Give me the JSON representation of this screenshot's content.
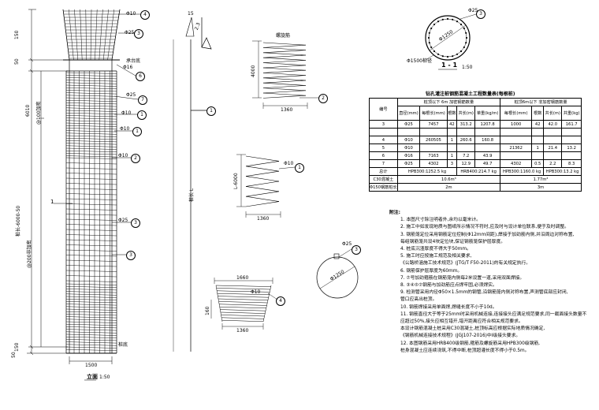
{
  "elevation": {
    "dim_top": "150",
    "dim_mid": "6010",
    "dim_mid_note": "@100加密",
    "dim_low": "桩长-6000-50",
    "dim_low_note": "@200非加密",
    "dim_bottom": "150",
    "width": "1500",
    "left_marks": [
      "50",
      "50"
    ],
    "center_marker": "1",
    "cap_label": "承台底",
    "bottom_label": "桩底",
    "title": "立面",
    "scale": "1:50",
    "callouts": [
      {
        "num": "4",
        "spec": "Φ10"
      },
      {
        "num": "3",
        "spec": "Φ25"
      },
      {
        "num": "6",
        "spec": "Φ16"
      },
      {
        "num": "7",
        "spec": "Φ25"
      },
      {
        "num": "1",
        "spec": "Φ10"
      },
      {
        "num": "1",
        "spec": "Φ10"
      },
      {
        "num": "2",
        "spec": "Φ10"
      },
      {
        "num": "3",
        "spec": "Φ25"
      }
    ]
  },
  "bar_detail": {
    "length_label": "桩长 L",
    "small_dims": [
      "15",
      "2.3"
    ],
    "callout": "1"
  },
  "spiral_top": {
    "label": "螺旋筋",
    "height": "4000",
    "width": "1360",
    "callout": "2"
  },
  "spiral_mid": {
    "height": "L-6000",
    "width": "1360",
    "callout": "1",
    "spec": "Φ10"
  },
  "spiral_bottom": {
    "width_top": "1660",
    "width_bottom": "1360",
    "height": "160",
    "callout": "4",
    "spec": "Φ10"
  },
  "ring_detail": {
    "spec": "Φ25",
    "dim": "Φ1250",
    "callout": "3"
  },
  "section": {
    "title": "1 - 1",
    "scale": "1:50",
    "callout": "3",
    "spec": "Φ25",
    "inner_dim": "Φ1250",
    "outer_label": "Φ1500桩径"
  },
  "table": {
    "title": "钻孔灌注桩钢筋混凝土工程数量表(每根桩)",
    "group_left": "桩顶以下  6m  加密钢筋数量",
    "group_right": "桩顶6m以下  非加密钢筋数量",
    "left_cols": [
      "编号",
      "直径(mm)",
      "每根长(mm)",
      "根数",
      "共长(m)",
      "单重(kg/m)"
    ],
    "right_cols": [
      "每根长(mm)",
      "根数",
      "共长(m)",
      "共重(kg)"
    ],
    "rows": [
      [
        "3",
        "Φ25",
        "7457",
        "42",
        "313.2",
        "1207.8",
        "1000",
        "42",
        "42.0",
        "161.7"
      ],
      [
        "",
        "",
        "",
        "",
        "",
        "",
        "",
        "",
        "",
        ""
      ],
      [
        "4",
        "Φ10",
        "260505",
        "1",
        "260.6",
        "160.8",
        "",
        "",
        "",
        ""
      ],
      [
        "5",
        "Φ10",
        "",
        "",
        "",
        "",
        "21362",
        "1",
        "21.4",
        "13.2"
      ],
      [
        "6",
        "Φ16",
        "7163",
        "1",
        "7.2",
        "43.9",
        "",
        "",
        "",
        ""
      ],
      [
        "7",
        "Φ25",
        "4302",
        "3",
        "12.9",
        "49.7",
        "4302",
        "0.5",
        "2.2",
        "8.3"
      ]
    ],
    "sum_label": "总计",
    "sum_left_1": "HPB300:1252.5  kg",
    "sum_left_2": "HRB400:214.7  kg",
    "sum_right_1": "HPB300:1160.0 kg",
    "sum_right_2": "HPB300:13.2  kg",
    "concrete_label": "C30混凝土",
    "concrete_left": "10.6m³",
    "concrete_right": "1.77m³",
    "pile_length_label": "Φ150钢筋桩长",
    "pile_length_left": "2m",
    "pile_length_right": "3m"
  },
  "notes": {
    "heading": "附注:",
    "items": [
      "1. 本图尺寸除注明者外,余均以毫米计。",
      "2. 施工中如发现地质与图纸所示情况不符时,应及时与设计单位联系,便于及时调整。",
      "3. 钢筋笼定位采用钢筋定位控制(Φ12mm间距),焊接于加劲筋内侧,并沿周边对称布置,",
      "   每组钢筋笼共设4块定位块,保证钢筋笼保护层厚度。",
      "4. 桩底沉渣厚度不得大于50mm。",
      "5. 施工时应按施工规范及相关要求,",
      "   《公路桥涵施工技术规范》(JTG/T F50-2011)的有关规定执行。",
      "6. 钢筋保护层厚度为60mm。",
      "7. ⑦号加劲箍筋在钢筋笼内侧每2米设置一道,采用双面焊接。",
      "8. ③④⑤⑦钢筋与加劲筋应点焊牢固,必须焊实。",
      "9. 检测管采用内径Φ50×1.5mm的钢管,沿钢筋笼内侧对称布置,声测管底部应封闭,",
      "   管口应高出桩顶。",
      "10. 钢筋焊接采用单面焊,焊缝长度不小于10d。",
      "11. 钢筋直径大于等于25mm时采用机械连接,连接接头应满足规范要求,同一截面接头数量不",
      "   应超过50%,接头应相互错开,错开距离应符合相关规范要求。",
      "   本设计钢筋混凝土桩采用C30混凝土,桩顶标高应根据实际地质情况确定,",
      "   《钢筋机械连接技术规程》(JGJ107-2016)中Ⅰ级接头要求。",
      "12. 本图钢筋采用HRB400级钢筋,箍筋及螺旋筋采用HPB300级钢筋,",
      "   桩身混凝土应连续浇筑,不得中断,桩顶超灌长度不得小于0.5m。"
    ]
  }
}
